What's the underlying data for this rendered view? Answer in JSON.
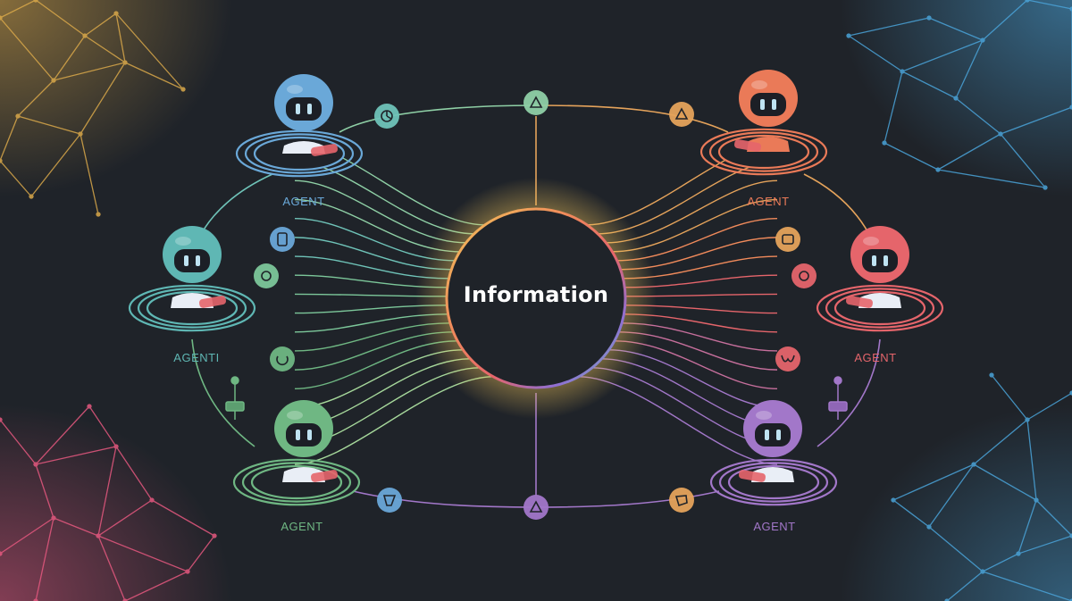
{
  "center": {
    "title": "Information"
  },
  "agents": [
    {
      "label": "AGENT",
      "color": "#6aa8d8",
      "body": "#e9eef6"
    },
    {
      "label": "AGENT",
      "color": "#ea7a58",
      "body": "#ea7a58"
    },
    {
      "label": "AGENTI",
      "color": "#5fb7b4",
      "body": "#e9eef6"
    },
    {
      "label": "AGENT",
      "color": "#e5656b",
      "body": "#e9eef6"
    },
    {
      "label": "AGENT",
      "color": "#6fb783",
      "body": "#e9eef6"
    },
    {
      "label": "AGENT",
      "color": "#a277c9",
      "body": "#e9eef6"
    }
  ],
  "nodes": [
    {
      "name": "triangle-node-top",
      "icon": "triangle-icon",
      "color": "#8fd0a6"
    },
    {
      "name": "pie-node-top-left",
      "icon": "pie-icon",
      "color": "#6fc3b8"
    },
    {
      "name": "triangle-node-top-right",
      "icon": "triangle-icon",
      "color": "#e5a35b"
    },
    {
      "name": "tablet-node-left",
      "icon": "tablet-icon",
      "color": "#6aa8d8"
    },
    {
      "name": "circle-node-left",
      "icon": "circle-icon",
      "color": "#7cc79a"
    },
    {
      "name": "ring-node-left",
      "icon": "ring-icon",
      "color": "#6fb783"
    },
    {
      "name": "square-node-right",
      "icon": "square-icon",
      "color": "#e5a35b"
    },
    {
      "name": "circle-node-right",
      "icon": "circle-icon",
      "color": "#e5656b"
    },
    {
      "name": "wave-node-right",
      "icon": "wave-icon",
      "color": "#e5656b"
    },
    {
      "name": "cup-node-bottom-left",
      "icon": "cup-icon",
      "color": "#6aa8d8"
    },
    {
      "name": "triangle-node-bottom",
      "icon": "triangle-icon",
      "color": "#a277c9"
    },
    {
      "name": "shape-node-bottom-right",
      "icon": "shape-icon",
      "color": "#e5a35b"
    }
  ],
  "colors": {
    "background": "#1f2329",
    "glow": [
      "#f1c55a",
      "#e5656b",
      "#6fc3b8",
      "#6aa8d8"
    ],
    "corner_top_left": "#d9a84a",
    "corner_top_right": "#4aa3d8",
    "corner_bottom_left": "#e5587f",
    "corner_bottom_right": "#4aa3d8"
  }
}
